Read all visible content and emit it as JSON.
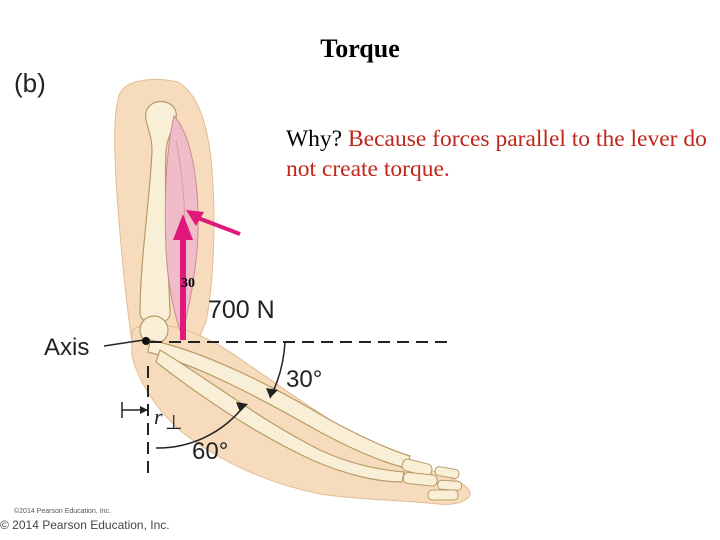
{
  "title": "Torque",
  "panel_label": "(b)",
  "explanation": {
    "prefix": "Why?  ",
    "highlight": "Because forces parallel to the lever do not create torque."
  },
  "labels": {
    "force": "700 N",
    "axis": "Axis",
    "angle_30": "30°",
    "angle_60": "60°",
    "angle_small": "30",
    "r": "r",
    "perp": "⊥"
  },
  "credits": {
    "small": "©2014 Pearson Education, Inc.",
    "copyright": "© 2014 Pearson Education, Inc."
  },
  "colors": {
    "arrow": "#e0187c",
    "explanation_red": "#c0261b",
    "skin": "#f4d7b2",
    "muscle": "#ecb7c2",
    "bone": "#f7eed6"
  }
}
